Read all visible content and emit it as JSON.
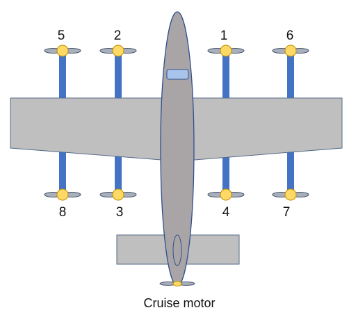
{
  "labels": {
    "motor_1": "1",
    "motor_2": "2",
    "motor_3": "3",
    "motor_4": "4",
    "motor_5": "5",
    "motor_6": "6",
    "motor_7": "7",
    "motor_8": "8",
    "cruise_motor": "Cruise motor"
  },
  "colors": {
    "body_fill": "#a9a5a6",
    "body_outline": "#2f4f8f",
    "wing_fill": "#bfbfbf",
    "wing_outline": "#556b8a",
    "boom": "#4472c4",
    "hub": "#ffd966",
    "hub_outline": "#bf9000",
    "blade": "#a9b0bc",
    "blade_outline": "#44546a",
    "cockpit": "#a9c4eb"
  }
}
